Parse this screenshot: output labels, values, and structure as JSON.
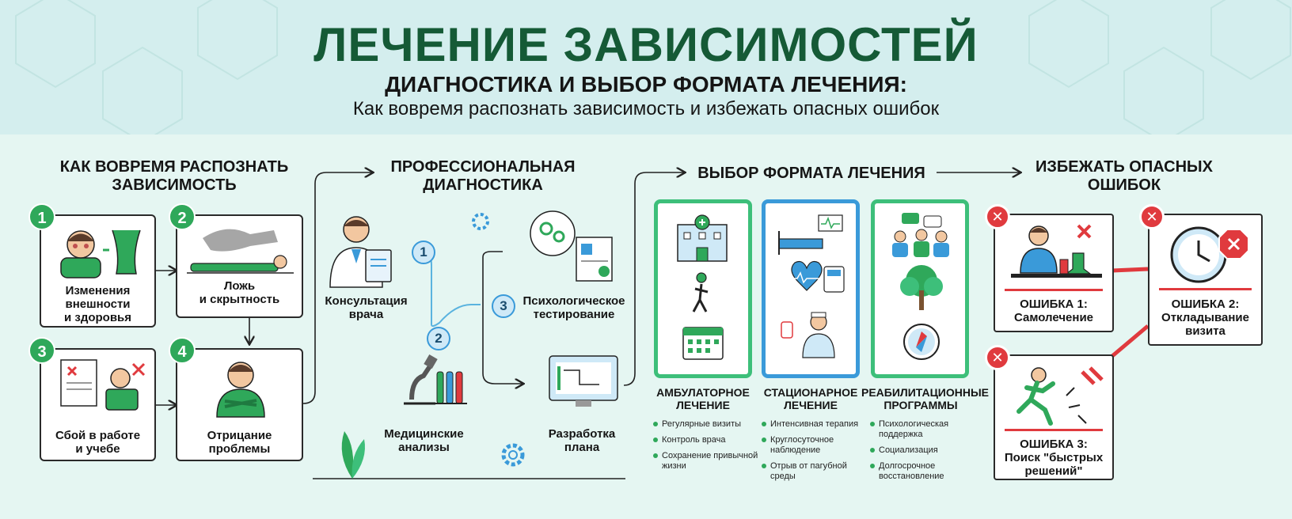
{
  "header": {
    "title": "ЛЕЧЕНИЕ ЗАВИСИМОСТЕЙ",
    "subtitle": "ДИАГНОСТИКА И ВЫБОР ФОРМАТА ЛЕЧЕНИЯ:",
    "description": "Как вовремя распознать зависимость и избежать опасных ошибок"
  },
  "recognize": {
    "title_line1": "КАК ВОВРЕМЯ РАСПОЗНАТЬ",
    "title_line2": "ЗАВИСИМОСТЬ",
    "items": [
      {
        "num": "1",
        "line1": "Изменения",
        "line2": "внешности",
        "line3": "и здоровья"
      },
      {
        "num": "2",
        "line1": "Ложь",
        "line2": "и скрытность"
      },
      {
        "num": "3",
        "line1": "Сбой в работе",
        "line2": "и учебе"
      },
      {
        "num": "4",
        "line1": "Отрицание",
        "line2": "проблемы"
      }
    ]
  },
  "diagnostics": {
    "title_line1": "ПРОФЕССИОНАЛЬНАЯ",
    "title_line2": "ДИАГНОСТИКА",
    "steps": [
      {
        "num": "1",
        "line1": "Консультация",
        "line2": "врача"
      },
      {
        "num": "2",
        "line1": "Медицинские",
        "line2": "анализы"
      },
      {
        "num": "3",
        "line1": "Психологическое",
        "line2": "тестирование"
      },
      {
        "num": "",
        "line1": "Разработка",
        "line2": "плана"
      }
    ]
  },
  "formats": {
    "title": "ВЫБОР ФОРМАТА ЛЕЧЕНИЯ",
    "items": [
      {
        "title_line1": "АМБУЛАТОРНОЕ",
        "title_line2": "ЛЕЧЕНИЕ",
        "color": "#3dbf7a",
        "bullets": [
          "Регулярные визиты",
          "Контроль врача",
          "Сохранение привычной жизни"
        ]
      },
      {
        "title_line1": "СТАЦИОНАРНОЕ",
        "title_line2": "ЛЕЧЕНИЕ",
        "color": "#3a9ad9",
        "bullets": [
          "Интенсивная терапия",
          "Круглосуточное наблюдение",
          "Отрыв от пагубной среды"
        ]
      },
      {
        "title_line1": "РЕАБИЛИТАЦИОННЫЕ",
        "title_line2": "ПРОГРАММЫ",
        "color": "#3dbf7a",
        "bullets": [
          "Психологическая поддержка",
          "Социализация",
          "Долгосрочное восстановление"
        ]
      }
    ]
  },
  "mistakes": {
    "title_line1": "ИЗБЕЖАТЬ ОПАСНЫХ",
    "title_line2": "ОШИБОК",
    "items": [
      {
        "title": "ОШИБКА 1:",
        "line1": "Самолечение",
        "line2": ""
      },
      {
        "title": "ОШИБКА 2:",
        "line1": "Откладывание",
        "line2": "визита"
      },
      {
        "title": "ОШИБКА 3:",
        "line1": "Поиск \"быстрых",
        "line2": "решений\""
      }
    ]
  },
  "colors": {
    "brand_green": "#155a36",
    "accent_green": "#2fa85a",
    "accent_blue": "#3a9ad9",
    "danger_red": "#e03a3e"
  },
  "icons": [
    "person-icon",
    "doctor-icon",
    "microscope-icon",
    "brain-gears-icon",
    "monitor-plan-icon",
    "hospital-icon",
    "walking-icon",
    "calendar-icon",
    "hospital-bed-icon",
    "heart-monitor-icon",
    "drip-icon",
    "group-icon",
    "tree-icon",
    "compass-icon",
    "clock-icon",
    "running-icon",
    "error-x-icon"
  ]
}
